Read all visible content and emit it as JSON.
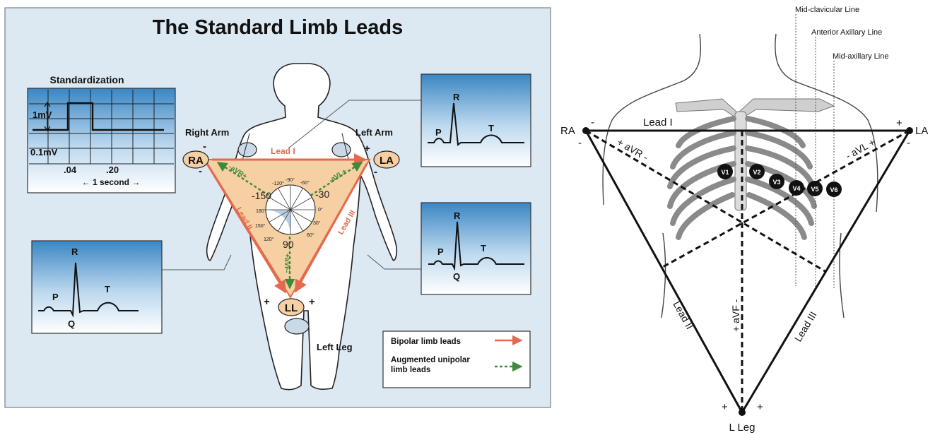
{
  "left_panel": {
    "title": "The Standard Limb Leads",
    "standardization": {
      "title": "Standardization",
      "mv1": "1mV",
      "mv01": "0.1mV",
      "t04": ".04",
      "t20": ".20",
      "one_second": "← 1 second →"
    },
    "labels": {
      "right_arm": "Right Arm",
      "left_arm": "Left Arm",
      "left_leg": "Left Leg",
      "ra": "RA",
      "la": "LA",
      "ll": "LL",
      "lead_i": "Lead I",
      "lead_ii": "Lead II",
      "lead_iii": "Lead III",
      "avr": "-aVR+",
      "avl": "-aVL+",
      "avf": "+aVF-",
      "minus": "-",
      "plus": "+"
    },
    "angles": {
      "m150": "-150",
      "m30": "-30",
      "p90": "90",
      "m120": "-120°",
      "m90": "-90°",
      "m60": "-60°",
      "p180": "180°",
      "p0": "0°",
      "p150": "150°",
      "p30": "30°",
      "p120": "120°",
      "p60": "60°"
    },
    "waves": {
      "p": "P",
      "q": "Q",
      "r": "R",
      "t": "T"
    },
    "legend": {
      "bipolar": "Bipolar limb leads",
      "augmented_1": "Augmented unipolar",
      "augmented_2": "limb leads"
    }
  },
  "right_panel": {
    "lines": {
      "mid_clavicular": "Mid-clavicular Line",
      "anterior_axillary": "Anterior Axillary Line",
      "mid_axillary": "Mid-axillary Line"
    },
    "ra": "RA",
    "la": "LA",
    "l_leg": "L Leg",
    "lead_i": "Lead I",
    "lead_ii": "Lead II",
    "lead_iii": "Lead III",
    "avr": "+ aVR -",
    "avl": "- aVL +",
    "avf": "+ aVF -",
    "plus": "+",
    "minus": "-",
    "chest_leads": [
      "V1",
      "V2",
      "V3",
      "V4",
      "V5",
      "V6"
    ]
  },
  "colors": {
    "panel_bg": "#dde9f2",
    "triangle_fill": "#f6cfa2",
    "bipolar_red": "#e46a4e",
    "augmented_green": "#3c8a3a",
    "ecg_box_top": "#3a86c4",
    "ecg_box_bottom": "#ffffff"
  }
}
